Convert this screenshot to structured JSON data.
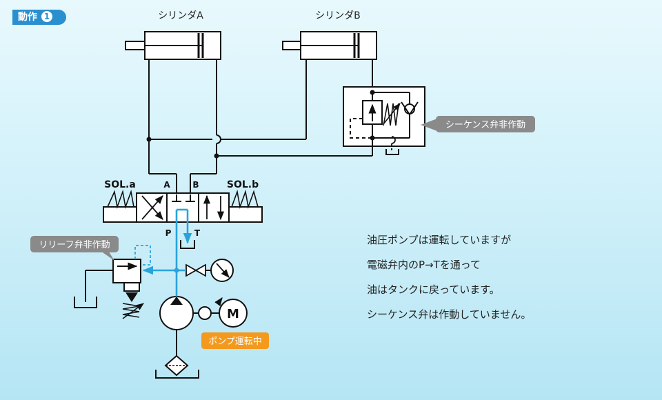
{
  "step": {
    "label": "動作",
    "number": "1"
  },
  "cylinders": {
    "a_label": "シリンダA",
    "b_label": "シリンダB"
  },
  "valve": {
    "sol_a": "SOL.a",
    "sol_b": "SOL.b",
    "port_a": "A",
    "port_b": "B",
    "port_p": "P",
    "port_t": "T"
  },
  "badges": {
    "sequence": "シーケンス弁非作動",
    "relief": "リリーフ弁非作動",
    "pump": "ポンプ運転中"
  },
  "motor_label": "M",
  "description": [
    "油圧ポンプは運転していますが",
    "電磁弁内のP→Tを通って",
    "油はタンクに戻っています。",
    "シーケンス弁は作動していません。"
  ],
  "colors": {
    "line": "#111111",
    "flow": "#29a3dc",
    "badge_gray": "#8a8a8a",
    "badge_orange": "#f39a1e",
    "step_blue": "#2a8fcf"
  }
}
